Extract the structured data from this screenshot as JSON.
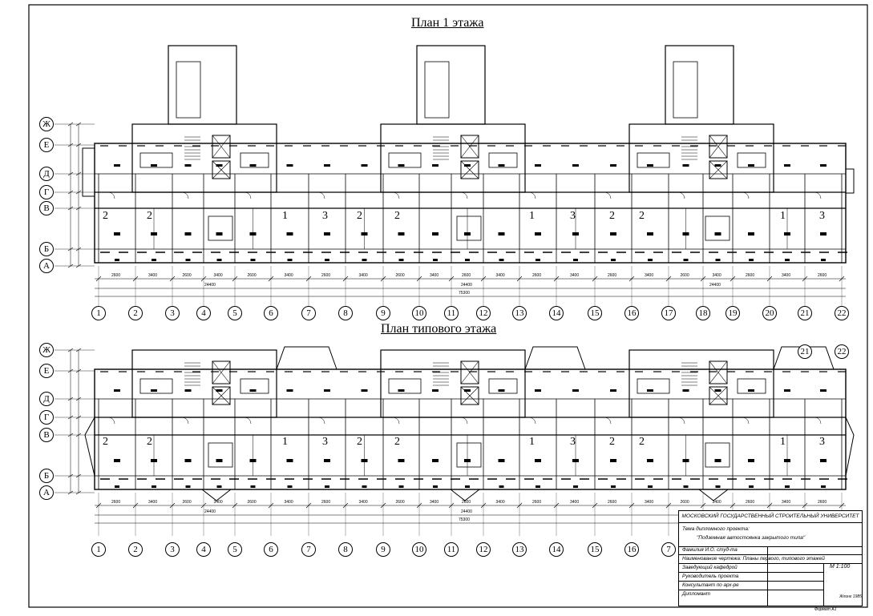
{
  "titles": {
    "first_floor": "План  1 этажа",
    "typical_floor": "План типового этажа"
  },
  "row_axes": [
    "Ж",
    "Е",
    "Д",
    "Г",
    "В",
    "Б",
    "А"
  ],
  "col_axes_full": [
    "1",
    "2",
    "3",
    "4",
    "5",
    "6",
    "7",
    "8",
    "9",
    "10",
    "11",
    "12",
    "13",
    "14",
    "15",
    "16",
    "17",
    "18",
    "19",
    "20",
    "21",
    "22"
  ],
  "col_axes_partial": [
    "1",
    "2",
    "3",
    "4",
    "5",
    "6",
    "7",
    "8",
    "9",
    "10",
    "11",
    "12",
    "13",
    "14",
    "15",
    "16",
    "7"
  ],
  "col_axes_extra": [
    "21",
    "22"
  ],
  "room_numbers_first": [
    "2",
    "2",
    "1",
    "3",
    "2",
    "2",
    "1",
    "3",
    "2",
    "2",
    "1",
    "3"
  ],
  "room_numbers_typical": [
    "2",
    "2",
    "1",
    "3",
    "2",
    "2",
    "1",
    "3",
    "2",
    "2",
    "1",
    "3"
  ],
  "dims": {
    "total": "75300",
    "section": "24400",
    "bay_a": "2600",
    "bay_b": "3400"
  },
  "stamp": {
    "university": "МОСКОВСКИЙ ГОСУДАРСТВЕННЫЙ СТРОИТЕЛЬНЫЙ УНИВЕРСИТЕТ",
    "project_label": "Тема дипломного проекта:",
    "project_value": "\"Подземная автостоянка закрытого типа\"",
    "student": "Фамилия И.О. студ-та",
    "drawing_name": "Наименование чертежа: Планы первого, типового этажей",
    "head": "Заведующий кафедрой",
    "supervisor": "Руководитель проекта",
    "consultant": "Консультант по арх-ре",
    "diploma": "Дипломант",
    "scale": "М 1:100",
    "signature": "Жлинг 1985"
  },
  "corner_note": "Формат А1"
}
